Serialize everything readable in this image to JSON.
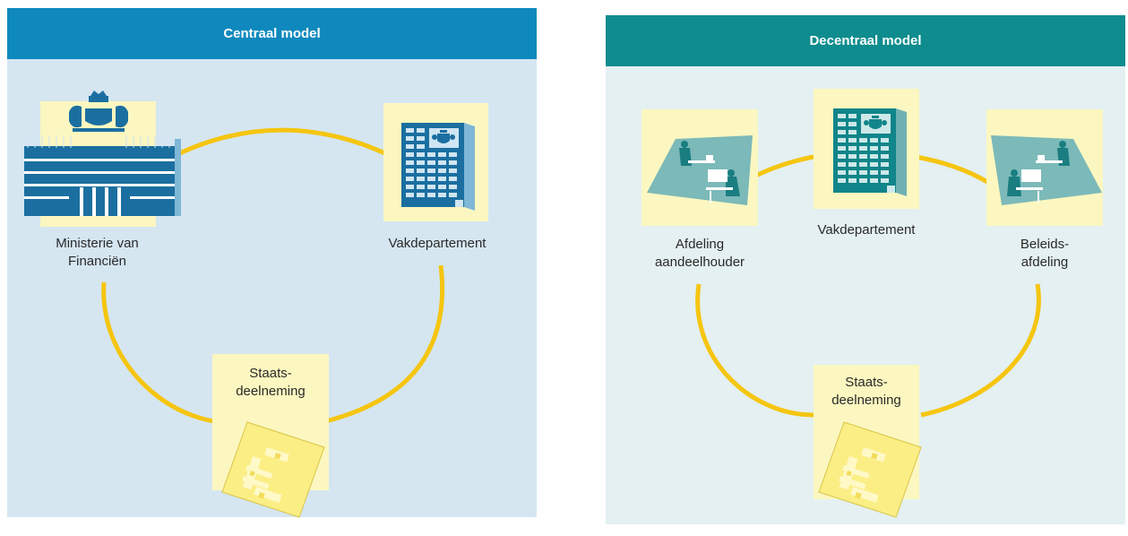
{
  "colors": {
    "central_header": "#0f89bd",
    "central_bg": "#d5e6f1",
    "decentral_header": "#0e8c8e",
    "decentral_bg": "#e4f0f1",
    "ring": "#f5c510",
    "tile": "#fcf7c0",
    "building_blue": "#1b6fa0",
    "building_teal": "#10858a"
  },
  "central_model": {
    "title": "Centraal model",
    "nodes": {
      "ministry": {
        "line1": "Ministerie van",
        "line2": "Financiën",
        "icon": "ministry-building-icon"
      },
      "department": {
        "line1": "Vakdepartement",
        "icon": "office-tower-icon"
      },
      "participation": {
        "line1": "Staats-",
        "line2": "deelneming",
        "icon": "euro-document-icon"
      }
    }
  },
  "decentral_model": {
    "title": "Decentraal model",
    "nodes": {
      "shareholder_dept": {
        "line1": "Afdeling",
        "line2": "aandeelhouder",
        "icon": "office-workers-icon"
      },
      "department": {
        "line1": "Vakdepartement",
        "icon": "office-tower-icon"
      },
      "policy_dept": {
        "line1": "Beleids-",
        "line2": "afdeling",
        "icon": "office-workers-icon"
      },
      "participation": {
        "line1": "Staats-",
        "line2": "deelneming",
        "icon": "euro-document-icon"
      }
    }
  }
}
